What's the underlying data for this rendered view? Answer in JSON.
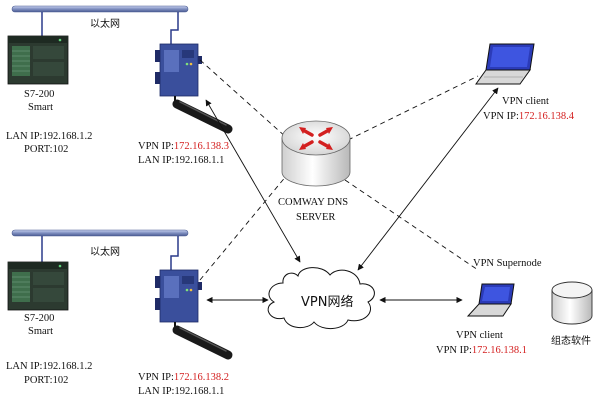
{
  "colors": {
    "bus_fill": "#7f8fc0",
    "cable": "#2a3a8a",
    "plc_body": "#2c3a30",
    "plc_panel": "#3f6e4c",
    "gateway_blue": "#3a4f9c",
    "ip_highlight": "#d42020",
    "server_red": "#d32020"
  },
  "icons": {
    "plc": "plc-device-icon",
    "gateway": "vpn-gateway-icon",
    "antenna": "antenna-icon",
    "server": "dns-server-router-icon",
    "cloud": "vpn-cloud-icon",
    "laptop": "laptop-icon",
    "database": "database-cylinder-icon"
  },
  "top": {
    "ethernet": "以太网",
    "plc_model": "S7-200",
    "plc_suffix": "Smart",
    "lan_ip": "LAN IP:192.168.1.2",
    "port": "PORT:102",
    "vpn_prefix": "VPN IP:",
    "vpn_ip": "172.16.138.3",
    "gw_lan_ip": "LAN IP:192.168.1.1"
  },
  "bottom": {
    "ethernet": "以太网",
    "plc_model": "S7-200",
    "plc_suffix": "Smart",
    "lan_ip": "LAN IP:192.168.1.2",
    "port": "PORT:102",
    "vpn_prefix": "VPN IP:",
    "vpn_ip": "172.16.138.2",
    "gw_lan_ip": "LAN IP:192.168.1.1"
  },
  "server": {
    "line1": "COMWAY DNS",
    "line2": "SERVER"
  },
  "cloud_label": "VPN网络",
  "client_top": {
    "title": "VPN client",
    "vpn_prefix": "VPN IP:",
    "vpn_ip": "172.16.138.4"
  },
  "client_bottom": {
    "supernode": "VPN Supernode",
    "title": "VPN client",
    "vpn_prefix": "VPN IP:",
    "vpn_ip": "172.16.138.1"
  },
  "software_label": "组态软件"
}
